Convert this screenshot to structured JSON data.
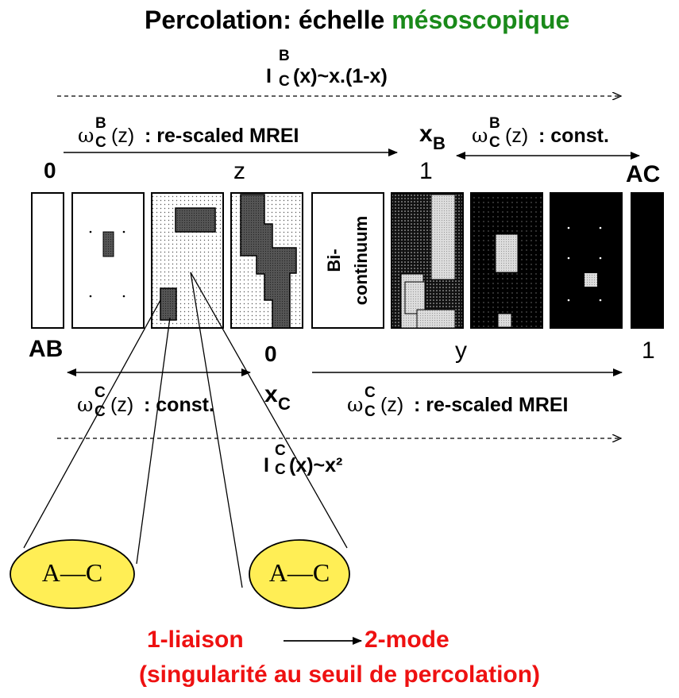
{
  "title": {
    "prefix": "Percolation: échelle ",
    "highlight": "mésoscopique"
  },
  "colors": {
    "highlight": "#1a8a1a",
    "conclusion": "#ee1111",
    "ellipse_fill": "#ffee55"
  },
  "top_formula": {
    "symbol": "I",
    "sup": "B",
    "sub": "C",
    "rest": "(x)~x.(1-x)"
  },
  "bottom_formula": {
    "symbol": "I",
    "sup": "C",
    "sub": "C",
    "rest": "(x)~x²"
  },
  "upper_scale": {
    "left_label": {
      "omega": "ω",
      "sup": "B",
      "sub": "C",
      "arg": "(z)",
      "text": " : re-scaled MREI"
    },
    "right_label": {
      "omega": "ω",
      "sup": "B",
      "sub": "C",
      "arg": "(z)",
      "text": " : const."
    },
    "xB": {
      "main": "x",
      "sub": "B"
    },
    "zero": "0",
    "axis": "z",
    "one": "1",
    "AC": "AC"
  },
  "lower_scale": {
    "AB": "AB",
    "zero": "0",
    "axis": "y",
    "one": "1",
    "xC": {
      "main": "x",
      "sub": "C"
    },
    "left_label": {
      "omega": "ω",
      "sup": "C",
      "sub": "C",
      "arg": "(z)",
      "text": " : const."
    },
    "right_label": {
      "omega": "ω",
      "sup": "C",
      "sub": "C",
      "arg": "(z)",
      "text": " : re-scaled MREI"
    }
  },
  "panels": {
    "bicontinuum_line1": "Bi-",
    "bicontinuum_line2": "continuum"
  },
  "ellipses": [
    {
      "left": "A",
      "bond": "—",
      "right": "C"
    },
    {
      "left": "A",
      "bond": "—",
      "right": "C"
    }
  ],
  "conclusion": {
    "from": "1-liaison",
    "to": "2-mode",
    "line2": "(singularité au seuil de percolation)"
  }
}
